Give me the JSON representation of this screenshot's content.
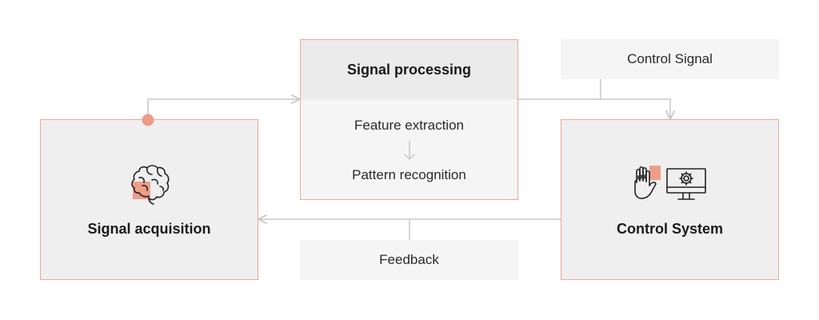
{
  "nodes": {
    "signal_acquisition": {
      "label": "Signal acquisition",
      "icon": "brain-icon"
    },
    "signal_processing": {
      "label": "Signal processing",
      "steps": [
        "Feature extraction",
        "Pattern recognition"
      ]
    },
    "control_system": {
      "label": "Control System",
      "icons": [
        "hand-icon",
        "monitor-gear-icon"
      ]
    }
  },
  "edges": {
    "control_signal": "Control Signal",
    "feedback": "Feedback"
  },
  "colors": {
    "accent": "#eaa995",
    "accent_fill": "#ee9e88",
    "marker": "#ec9c88",
    "connector": "#c8c8c8",
    "box_fill": "#efefef",
    "label_fill": "#f5f5f5"
  }
}
